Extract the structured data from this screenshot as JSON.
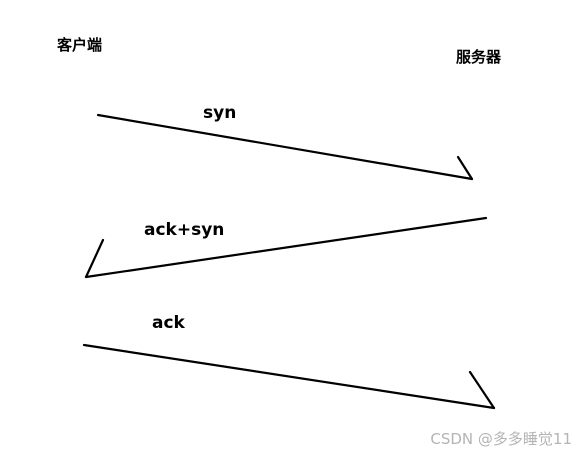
{
  "diagram": {
    "actors": {
      "client": "客户端",
      "server": "服务器"
    },
    "messages": [
      {
        "label": "syn",
        "from": "client",
        "to": "server"
      },
      {
        "label": "ack+syn",
        "from": "server",
        "to": "client"
      },
      {
        "label": "ack",
        "from": "client",
        "to": "server"
      }
    ],
    "line_color": "#000000"
  },
  "watermark": "CSDN @多多睡觉11"
}
